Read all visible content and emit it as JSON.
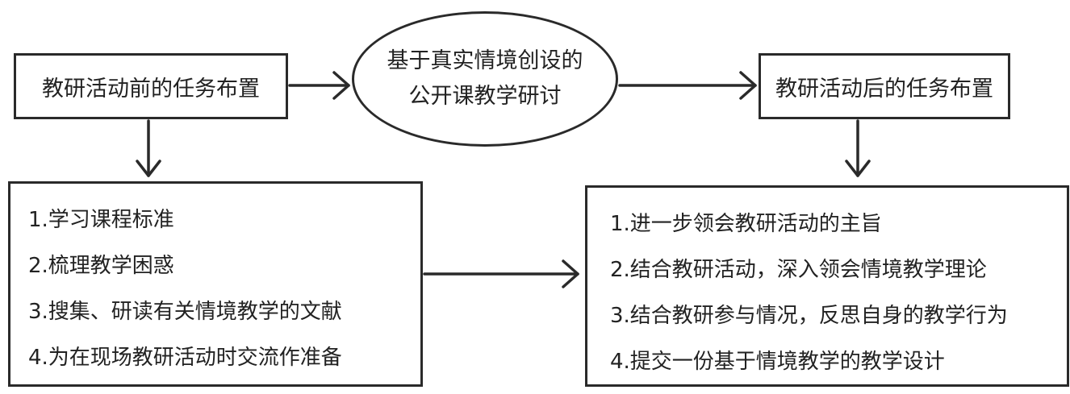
{
  "diagram": {
    "pre_task": {
      "title": "教研活动前的任务布置",
      "items": [
        "1.学习课程标准",
        "2.梳理教学困惑",
        "3.搜集、研读有关情境教学的文献",
        "4.为在现场教研活动时交流作准备"
      ]
    },
    "center": {
      "lines": [
        "基于真实情境创设的",
        "公开课教学研讨"
      ]
    },
    "post_task": {
      "title": "教研活动后的任务布置",
      "items": [
        "1.进一步领会教研活动的主旨",
        "2.结合教研活动，深入领会情境教学理论",
        "3.结合教研参与情况，反思自身的教学行为",
        "4.提交一份基于情境教学的教学设计"
      ]
    },
    "colors": {
      "stroke": "#2a2a2a",
      "text": "#222222",
      "background": "#ffffff"
    }
  }
}
